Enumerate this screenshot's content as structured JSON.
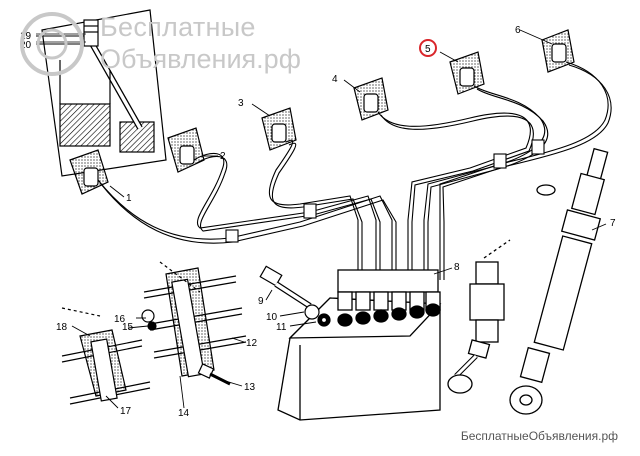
{
  "watermark": {
    "line1": "Бесплатные",
    "line2": "Объявления.рф",
    "footer": "БесплатныеОбъявления.рф"
  },
  "callouts": [
    "1",
    "2",
    "3",
    "4",
    "5",
    "6",
    "7",
    "8",
    "9",
    "10",
    "11",
    "12",
    "13",
    "14",
    "15",
    "16",
    "17",
    "18",
    "19",
    "20"
  ],
  "highlighted_callout": "5",
  "colors": {
    "line": "#000000",
    "highlight": "#d9262b",
    "watermark": "#c8c8c8"
  }
}
